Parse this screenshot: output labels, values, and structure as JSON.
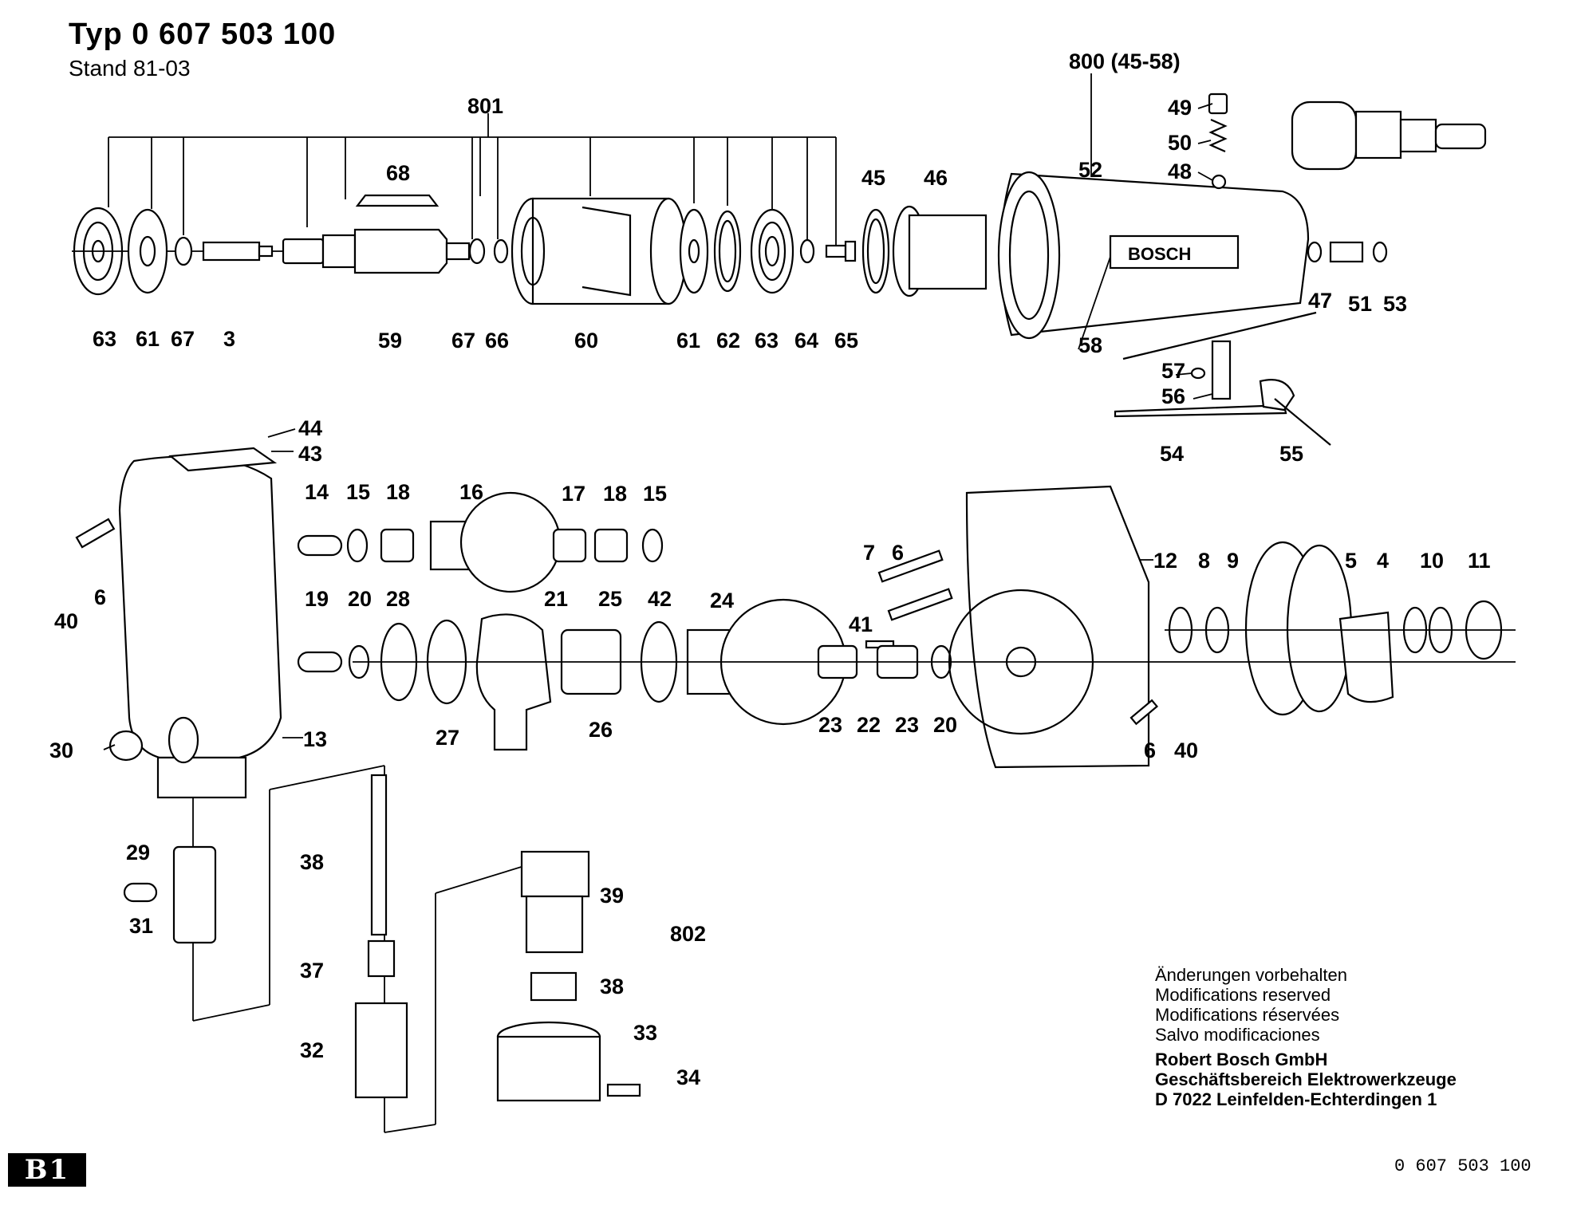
{
  "header": {
    "title": "Typ  0 607 503 100",
    "stand": "Stand  81-03"
  },
  "brand_label": "BOSCH",
  "notes": {
    "de": "Änderungen vorbehalten",
    "en": "Modifications reserved",
    "fr": "Modifications réservées",
    "es": "Salvo modificaciones",
    "company": "Robert Bosch GmbH",
    "division": "Geschäftsbereich Elektrowerkzeuge",
    "address": "D 7022 Leinfelden-Echterdingen 1"
  },
  "badge": "B1",
  "doc_number": "0 607 503 100",
  "callouts": {
    "top_row": [
      "63",
      "61",
      "67",
      "3",
      "59",
      "67",
      "66",
      "60",
      "61",
      "62",
      "63",
      "64",
      "65"
    ],
    "top_group_a": "801",
    "top_group_b": "800 (45-58)",
    "top_misc": [
      "68",
      "45",
      "46",
      "52",
      "49",
      "50",
      "48",
      "58",
      "47",
      "51",
      "53",
      "57",
      "56",
      "54",
      "55"
    ],
    "middle": [
      "44",
      "43",
      "14",
      "15",
      "18",
      "16",
      "17",
      "18",
      "15",
      "19",
      "20",
      "28",
      "21",
      "25",
      "42",
      "24",
      "27",
      "26",
      "23",
      "22",
      "23",
      "20",
      "7",
      "6",
      "41",
      "12",
      "8",
      "9",
      "5",
      "4",
      "10",
      "11",
      "6",
      "40",
      "40",
      "6",
      "30",
      "13"
    ],
    "bottom": [
      "29",
      "31",
      "38",
      "37",
      "32",
      "39",
      "802",
      "38",
      "33",
      "34"
    ]
  }
}
